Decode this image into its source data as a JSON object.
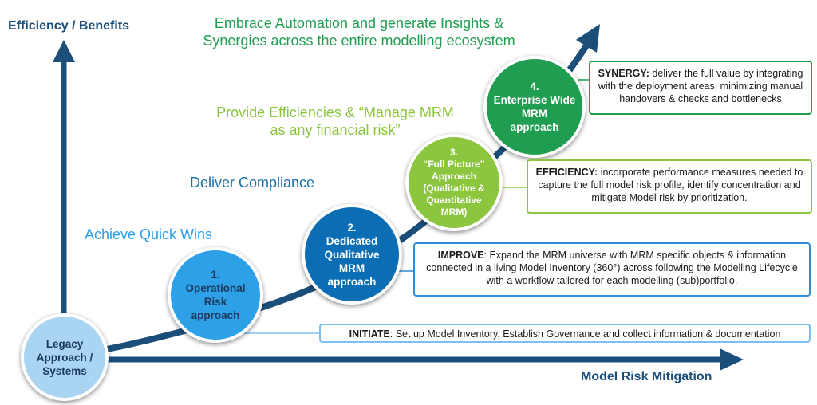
{
  "axes": {
    "y_label": "Efficiency / Benefits",
    "x_label": "Model Risk Mitigation"
  },
  "tiers": {
    "quick_wins": "Achieve Quick Wins",
    "compliance": "Deliver Compliance",
    "efficiencies_line1": "Provide Efficiencies & “Manage MRM",
    "efficiencies_line2": "as any financial risk”",
    "automation_line1": "Embrace Automation and generate Insights &",
    "automation_line2": "Synergies across the entire modelling ecosystem"
  },
  "stages": [
    {
      "label": "Legacy\nApproach /\nSystems",
      "color": "#a9d4f2",
      "text_color": "#1b3a5c"
    },
    {
      "label": "1.\nOperational\nRisk\napproach",
      "color": "#2ea0e8",
      "text_color": "#1b3a5c"
    },
    {
      "label": "2.\nDedicated\nQualitative\nMRM\napproach",
      "color": "#0b6db3",
      "text_color": "#ffffff"
    },
    {
      "label": "3.\n“Full Picture”\nApproach\n(Qualitative &\nQuantitative\nMRM)",
      "color": "#8cc63f",
      "text_color": "#ffffff"
    },
    {
      "label": "4.\nEnterprise Wide\nMRM\napproach",
      "color": "#1f9e52",
      "text_color": "#ffffff"
    }
  ],
  "boxes": {
    "initiate": {
      "keyword": "INITIATE",
      "text": ": Set up Model Inventory, Establish Governance and collect information & documentation",
      "border": "#7fbff0"
    },
    "improve": {
      "keyword": "IMPROVE",
      "text": ": Expand the MRM universe with MRM specific objects & information connected in a living Model Inventory (360°) across following the Modelling Lifecycle with a workflow tailored for each modelling (sub)portfolio.",
      "border": "#2e8bd6"
    },
    "efficiency": {
      "keyword": "EFFICIENCY:",
      "text": " incorporate performance measures needed to capture the full model risk profile, identify concentration and mitigate Model risk by prioritization.",
      "border": "#8cc63f"
    },
    "synergy": {
      "keyword": "SYNERGY:",
      "text": " deliver the full value by integrating with the deployment areas, minimizing manual handovers & checks and bottlenecks",
      "border": "#1f9e52"
    }
  },
  "colors": {
    "axis": "#1b4f7a",
    "quick_wins": "#2ea0e8",
    "compliance": "#1a6fa8",
    "efficiencies": "#8cc63f",
    "automation": "#1f9e52"
  }
}
